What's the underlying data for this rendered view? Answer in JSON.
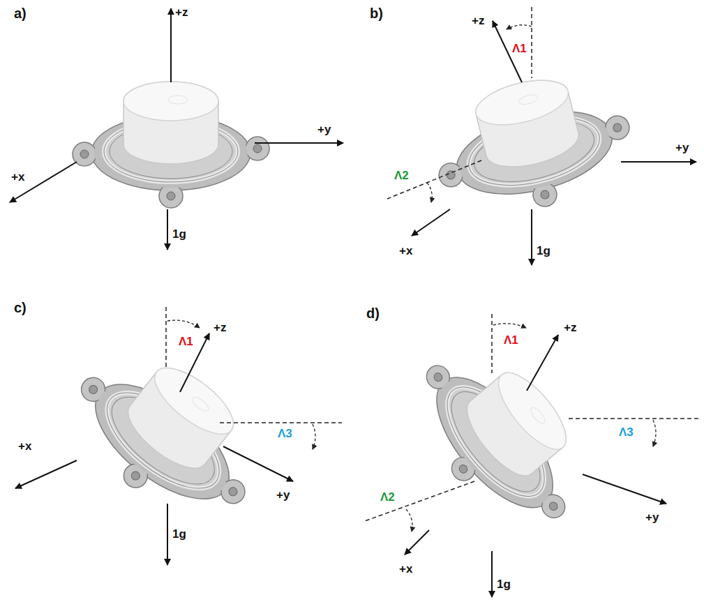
{
  "diagram": {
    "labels": [
      "a)",
      "+z",
      "+x",
      "+y",
      "1g",
      "b)",
      "+z",
      "Λ1",
      "Λ2",
      "+y",
      "+x",
      "1g",
      "c)",
      "Λ1",
      "+z",
      "Λ3",
      "+x",
      "+y",
      "1g",
      "d)",
      "Λ1",
      "+z",
      "Λ3",
      "Λ2",
      "+x",
      "+y",
      "1g"
    ]
  }
}
